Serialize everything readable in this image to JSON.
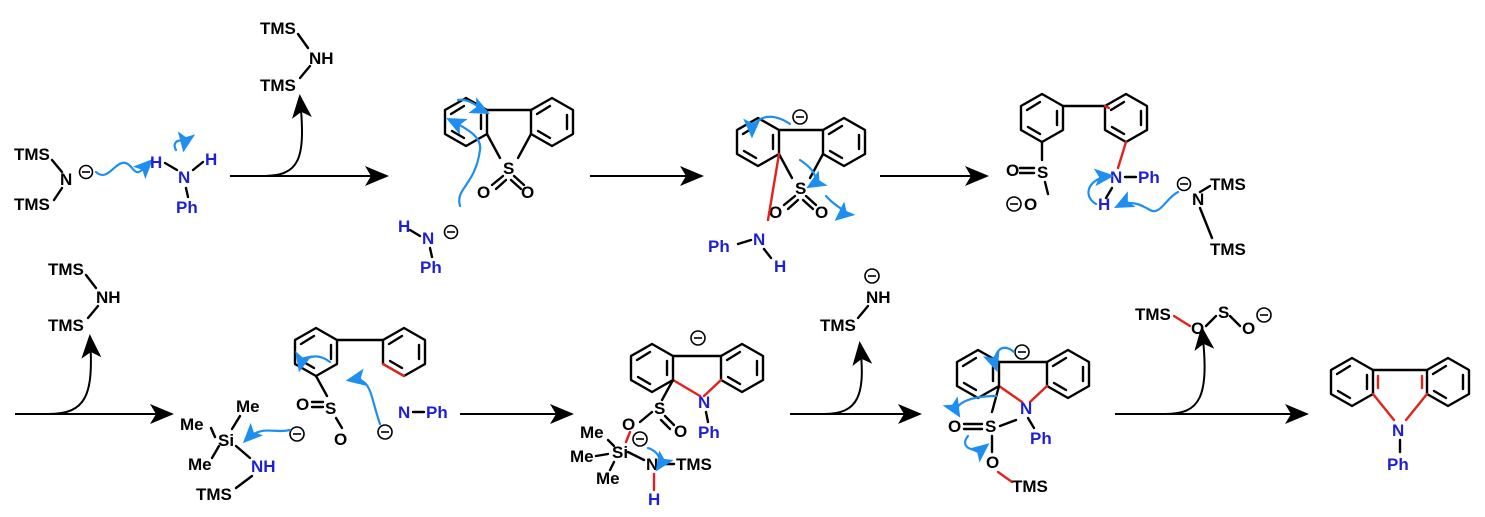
{
  "labels": {
    "tms": "TMS",
    "n": "N",
    "nh": "NH",
    "h": "H",
    "ph": "Ph",
    "s": "S",
    "o": "O",
    "si": "Si",
    "me": "Me",
    "minus": "⊖"
  },
  "colors": {
    "bond": "#000000",
    "new_bond": "#e0231c",
    "aniline_atoms": "#1f1fd6",
    "curly_arrow": "#1e8ff0"
  },
  "icons": [
    "reaction-arrow",
    "curved-byproduct-arrow",
    "curly-electron-arrow",
    "negative-charge-circle"
  ]
}
